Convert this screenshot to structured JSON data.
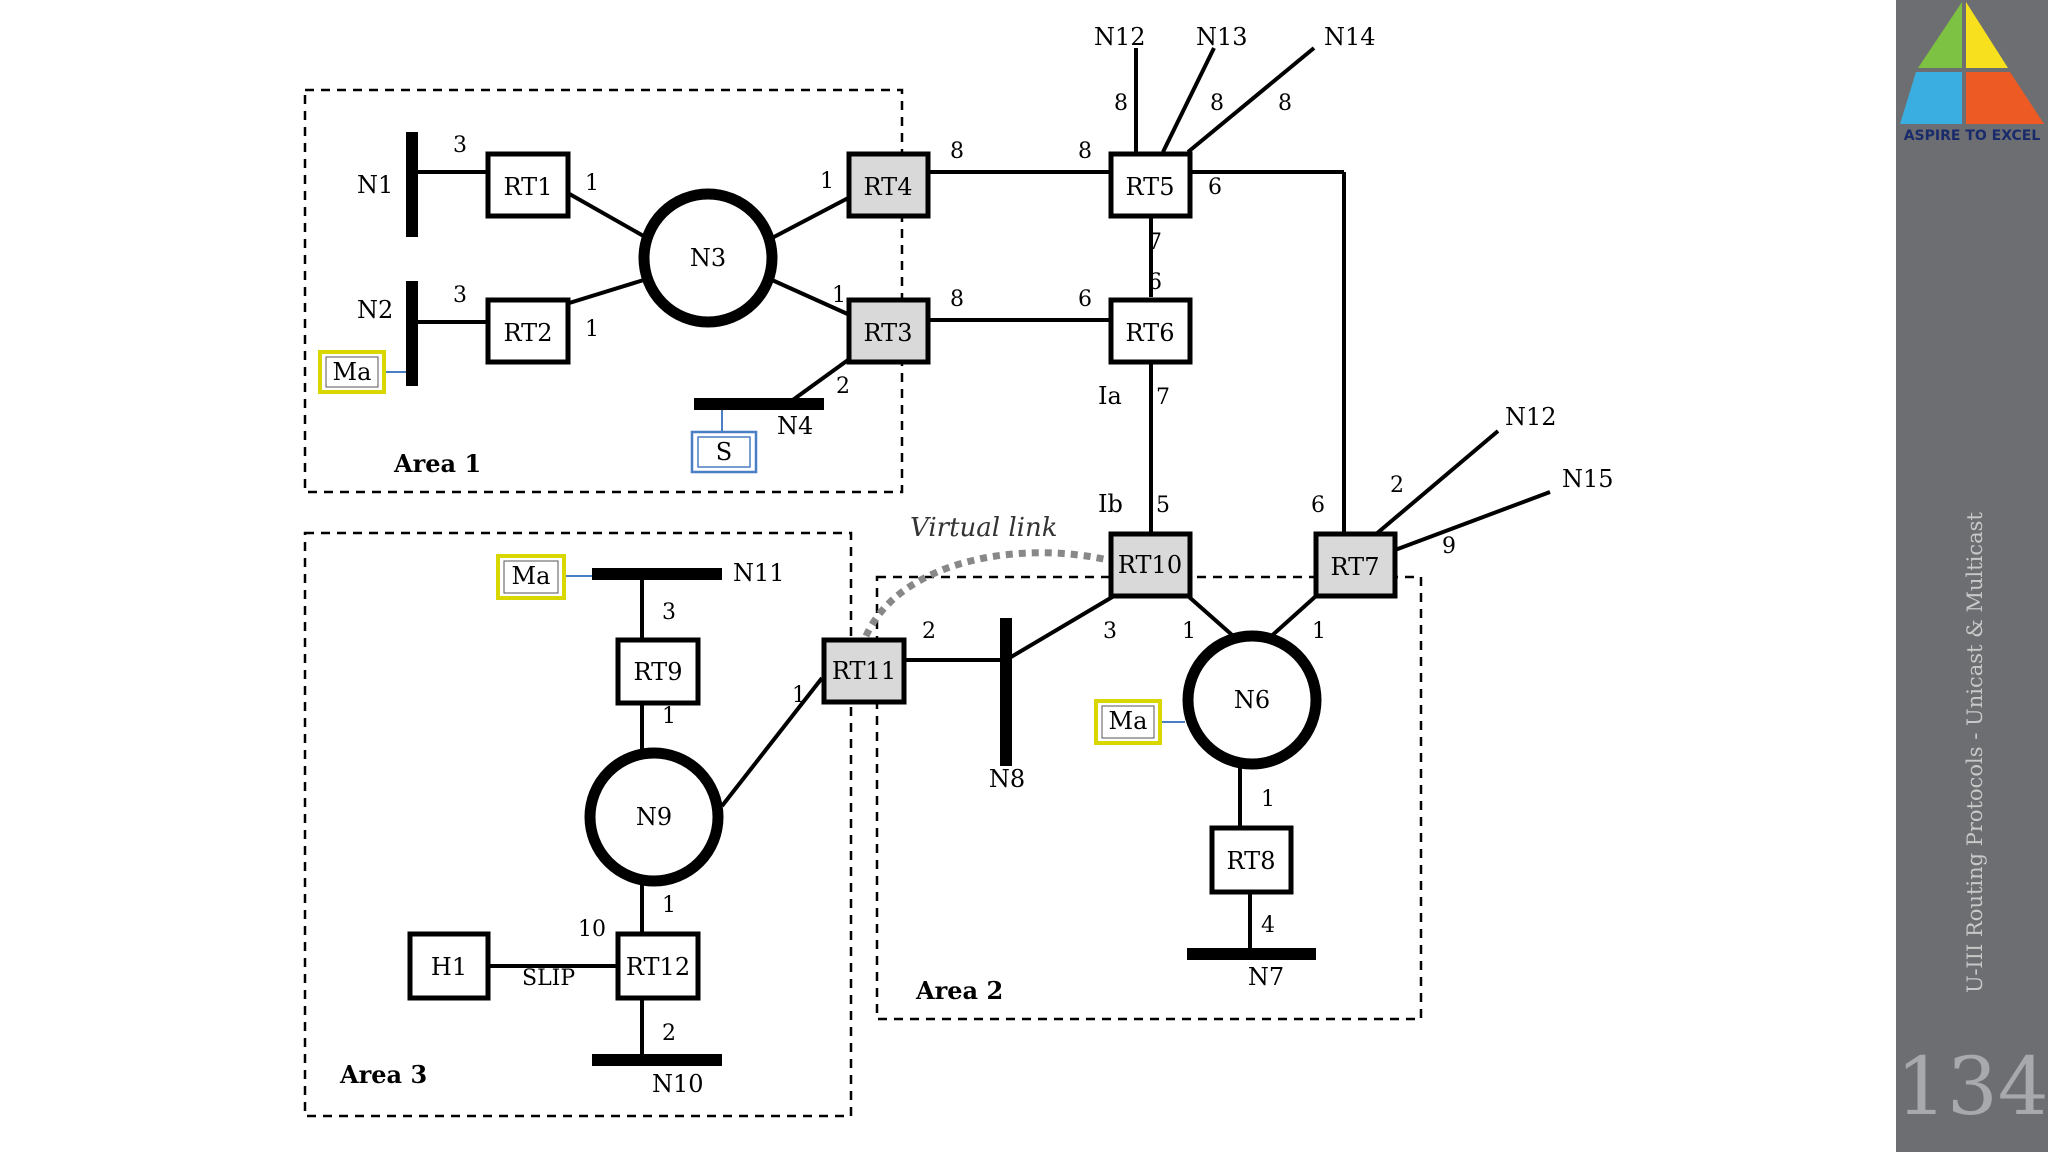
{
  "diagram": {
    "areas": {
      "area1": "Area 1",
      "area2": "Area 2",
      "area3": "Area 3"
    },
    "routers": {
      "rt1": "RT1",
      "rt2": "RT2",
      "rt3": "RT3",
      "rt4": "RT4",
      "rt5": "RT5",
      "rt6": "RT6",
      "rt7": "RT7",
      "rt8": "RT8",
      "rt9": "RT9",
      "rt10": "RT10",
      "rt11": "RT11",
      "rt12": "RT12"
    },
    "networks": {
      "n1": "N1",
      "n2": "N2",
      "n3": "N3",
      "n4": "N4",
      "n6": "N6",
      "n7": "N7",
      "n8": "N8",
      "n9": "N9",
      "n10": "N10",
      "n11": "N11",
      "n12a": "N12",
      "n12b": "N12",
      "n13": "N13",
      "n14": "N14",
      "n15": "N15"
    },
    "hosts": {
      "h1": "H1",
      "s": "S",
      "ma1": "Ma",
      "ma2": "Ma",
      "ma3": "Ma"
    },
    "labels": {
      "ia": "Ia",
      "ib": "Ib",
      "slip": "SLIP",
      "virtual_link": "Virtual link"
    },
    "costs": {
      "rt1_n1": "3",
      "rt1_n3": "1",
      "rt2_n2": "3",
      "rt2_n3": "1",
      "rt4_n3": "1",
      "rt3_n3": "1",
      "rt3_n4": "2",
      "rt4_rt5_a": "8",
      "rt4_rt5_b": "8",
      "rt3_rt6_a": "8",
      "rt3_rt6_b": "6",
      "rt5_n12": "8",
      "rt5_n13": "8",
      "rt5_n14": "8",
      "rt5_rt7": "6",
      "rt5_rt6": "7",
      "rt6_rt5": "6",
      "rt6_rt10": "7",
      "rt10_rt6": "5",
      "rt7_rt5": "6",
      "rt7_n12": "2",
      "rt7_n15": "9",
      "rt10_n8": "3",
      "rt10_n6": "1",
      "rt7_n6": "1",
      "rt11_n8": "2",
      "rt11_n9": "1",
      "rt8_n6": "1",
      "rt8_n7": "4",
      "rt9_n11": "3",
      "rt9_n9": "1",
      "rt12_n9": "1",
      "rt12_h1": "10",
      "rt12_n10": "2"
    }
  },
  "sidebar": {
    "logo_text": "ASPIRE TO EXCEL",
    "footer_text": "U-III Routing Protocols - Unicast & Multicast",
    "page_number": "134",
    "colors": {
      "background": "#6d6e71",
      "page_number": "#a7a9ac"
    }
  }
}
